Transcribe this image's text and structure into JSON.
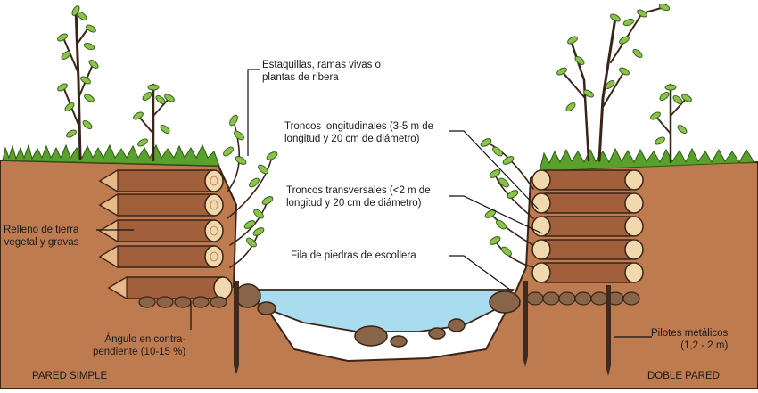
{
  "labels": {
    "estaquillas": "Estaquillas, ramas vivas o\nplantas de ribera",
    "troncos_longitudinales": "Troncos longitudinales (3-5 m de\nlongitud y 20 cm de diámetro)",
    "troncos_transversales": "Troncos transversales (<2 m de\nlongitud y 20 cm de diámetro)",
    "fila_piedras": "Fila de piedras de escollera",
    "relleno": "Relleno de tierra\nvegetal y gravas",
    "angulo": "Ángulo en contra-\npendiente (10-15 %)",
    "pilotes": "Pilotes metálicos\n(1,2 - 2 m)",
    "pared_simple": "PARED SIMPLE",
    "doble_pared": "DOBLE PARED"
  },
  "colors": {
    "soil": "#bd7b4f",
    "soil_outline": "#3a2418",
    "log_side": "#a15f3c",
    "log_end": "#f2d9ad",
    "stake_tip": "#e8b888",
    "water": "#a9dcef",
    "stone": "#8a6448",
    "grass": "#5aa02c",
    "leaf": "#8bc34a",
    "pile": "#3d2a20"
  }
}
